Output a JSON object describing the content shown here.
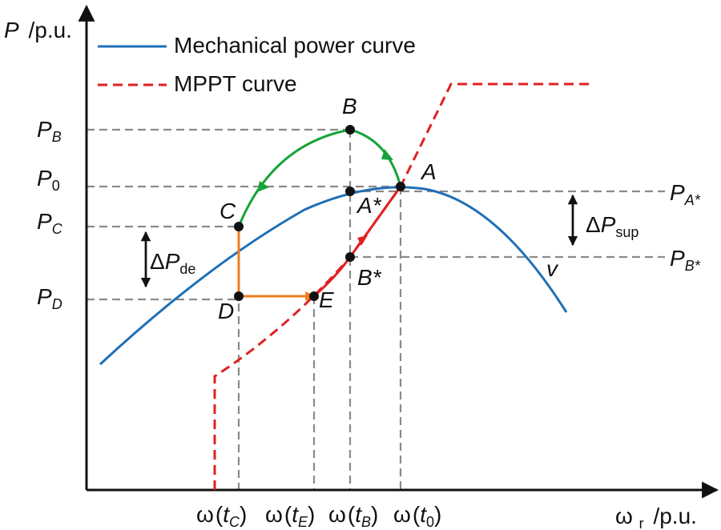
{
  "axes": {
    "y_label_var": "P",
    "y_label_unit": "/p.u.",
    "x_label_var": "ω",
    "x_label_sub": "r",
    "x_label_unit": "/p.u."
  },
  "legend": {
    "mechanical": "Mechanical power curve",
    "mppt": "MPPT curve"
  },
  "colors": {
    "mechanical": "#1f6fb6",
    "mppt": "#e02020",
    "green_arc": "#17a33a",
    "orange_path": "#ee7d1f",
    "red_path": "#e02020",
    "guide": "#8a8a8a"
  },
  "points": {
    "A": "A",
    "B": "B",
    "C": "C",
    "D": "D",
    "E": "E",
    "A_star": "A*",
    "B_star": "B*",
    "v": "v"
  },
  "y_ticks": {
    "PB": {
      "main": "P",
      "sub": "B"
    },
    "P0": {
      "main": "P",
      "sub": "0"
    },
    "PC": {
      "main": "P",
      "sub": "C"
    },
    "PD": {
      "main": "P",
      "sub": "D"
    }
  },
  "right_labels": {
    "PA_star": {
      "main": "P",
      "sub": "A*"
    },
    "PB_star": {
      "main": "P",
      "sub": "B*"
    },
    "delta_sup": {
      "delta": "Δ",
      "main": "P",
      "sub": "sup"
    }
  },
  "left_delta": {
    "delta": "Δ",
    "main": "P",
    "sub": "de"
  },
  "x_ticks": [
    {
      "omega": "ω",
      "open": "(",
      "t": "t",
      "sub": "C",
      "close": ")"
    },
    {
      "omega": "ω",
      "open": "(",
      "t": "t",
      "sub": "E",
      "close": ")"
    },
    {
      "omega": "ω",
      "open": "(",
      "t": "t",
      "sub": "B",
      "close": ")"
    },
    {
      "omega": "ω",
      "open": "(",
      "t": "t",
      "sub": "0",
      "close": ")"
    }
  ]
}
